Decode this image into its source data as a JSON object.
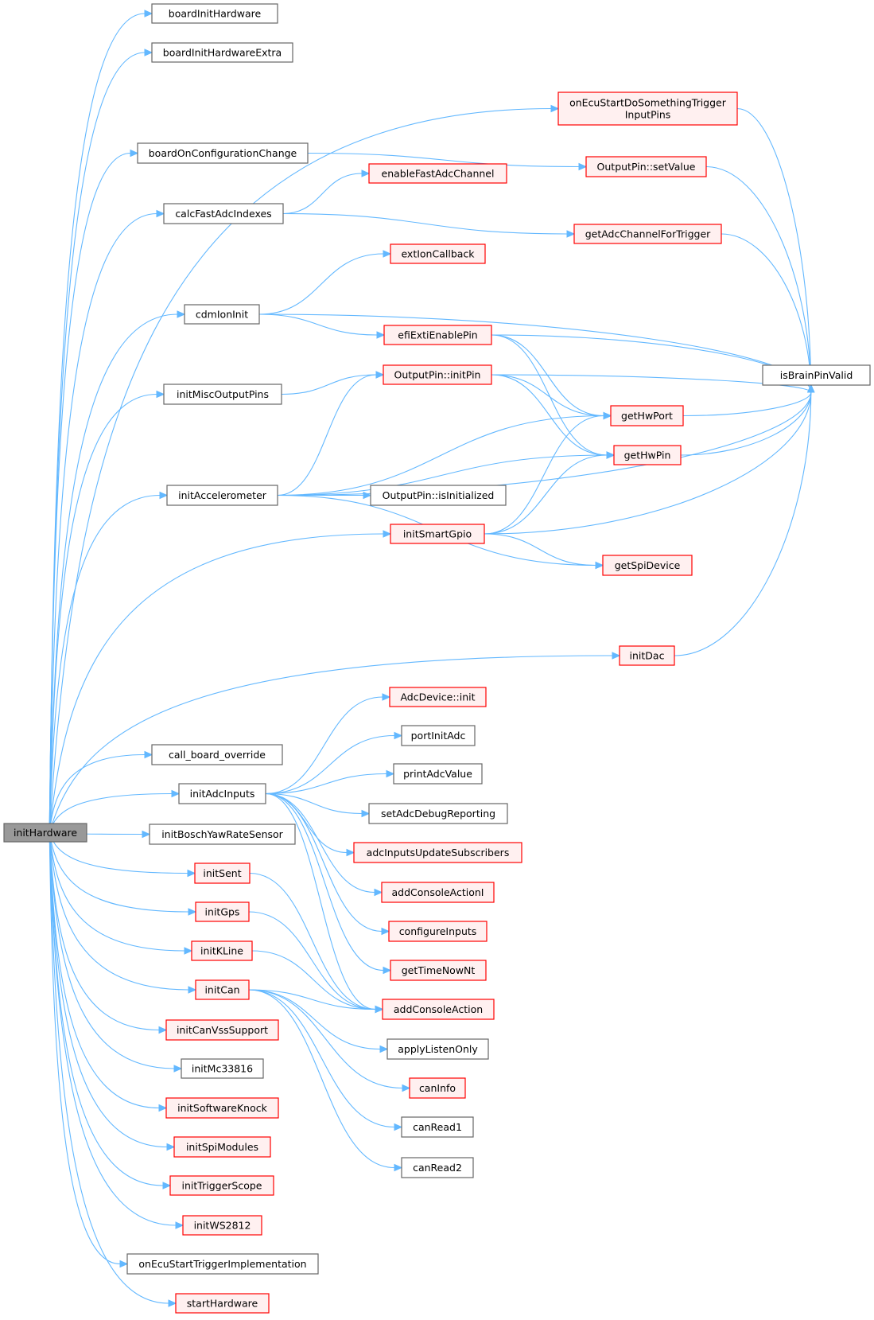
{
  "colors": {
    "edge": "#63b8ff",
    "root_fill": "#999999",
    "root_border": "#666666",
    "plain_fill": "#ffffff",
    "plain_border": "#666666",
    "red_fill": "#fff0f0",
    "red_border": "#ff0000"
  },
  "nodes": [
    {
      "id": "initHardware",
      "label": "initHardware",
      "style": "root"
    },
    {
      "id": "boardInitHardware",
      "label": "boardInitHardware",
      "style": "plain"
    },
    {
      "id": "boardInitHardwareExtra",
      "label": "boardInitHardwareExtra",
      "style": "plain"
    },
    {
      "id": "onEcuStartDoSomethingTriggerInputPins",
      "label": "onEcuStartDoSomethingTrigger\nInputPins",
      "style": "red"
    },
    {
      "id": "boardOnConfigurationChange",
      "label": "boardOnConfigurationChange",
      "style": "plain"
    },
    {
      "id": "OutputPin_setValue",
      "label": "OutputPin::setValue",
      "style": "red"
    },
    {
      "id": "enableFastAdcChannel",
      "label": "enableFastAdcChannel",
      "style": "red"
    },
    {
      "id": "calcFastAdcIndexes",
      "label": "calcFastAdcIndexes",
      "style": "plain"
    },
    {
      "id": "getAdcChannelForTrigger",
      "label": "getAdcChannelForTrigger",
      "style": "red"
    },
    {
      "id": "extIonCallback",
      "label": "extIonCallback",
      "style": "red"
    },
    {
      "id": "cdmIonInit",
      "label": "cdmIonInit",
      "style": "plain"
    },
    {
      "id": "efiExtiEnablePin",
      "label": "efiExtiEnablePin",
      "style": "red"
    },
    {
      "id": "isBrainPinValid",
      "label": "isBrainPinValid",
      "style": "plain"
    },
    {
      "id": "OutputPin_initPin",
      "label": "OutputPin::initPin",
      "style": "red"
    },
    {
      "id": "initMiscOutputPins",
      "label": "initMiscOutputPins",
      "style": "plain"
    },
    {
      "id": "getHwPort",
      "label": "getHwPort",
      "style": "red"
    },
    {
      "id": "getHwPin",
      "label": "getHwPin",
      "style": "red"
    },
    {
      "id": "initAccelerometer",
      "label": "initAccelerometer",
      "style": "plain"
    },
    {
      "id": "OutputPin_isInitialized",
      "label": "OutputPin::isInitialized",
      "style": "plain"
    },
    {
      "id": "initSmartGpio",
      "label": "initSmartGpio",
      "style": "red"
    },
    {
      "id": "getSpiDevice",
      "label": "getSpiDevice",
      "style": "red"
    },
    {
      "id": "initDac",
      "label": "initDac",
      "style": "red"
    },
    {
      "id": "AdcDevice_init",
      "label": "AdcDevice::init",
      "style": "red"
    },
    {
      "id": "portInitAdc",
      "label": "portInitAdc",
      "style": "plain"
    },
    {
      "id": "call_board_override",
      "label": "call_board_override",
      "style": "plain"
    },
    {
      "id": "printAdcValue",
      "label": "printAdcValue",
      "style": "plain"
    },
    {
      "id": "initAdcInputs",
      "label": "initAdcInputs",
      "style": "plain"
    },
    {
      "id": "setAdcDebugReporting",
      "label": "setAdcDebugReporting",
      "style": "plain"
    },
    {
      "id": "initBoschYawRateSensor",
      "label": "initBoschYawRateSensor",
      "style": "plain"
    },
    {
      "id": "adcInputsUpdateSubscribers",
      "label": "adcInputsUpdateSubscribers",
      "style": "red"
    },
    {
      "id": "initSent",
      "label": "initSent",
      "style": "red"
    },
    {
      "id": "addConsoleActionI",
      "label": "addConsoleActionI",
      "style": "red"
    },
    {
      "id": "initGps",
      "label": "initGps",
      "style": "red"
    },
    {
      "id": "configureInputs",
      "label": "configureInputs",
      "style": "red"
    },
    {
      "id": "initKLine",
      "label": "initKLine",
      "style": "red"
    },
    {
      "id": "getTimeNowNt",
      "label": "getTimeNowNt",
      "style": "red"
    },
    {
      "id": "initCan",
      "label": "initCan",
      "style": "red"
    },
    {
      "id": "addConsoleAction",
      "label": "addConsoleAction",
      "style": "red"
    },
    {
      "id": "initCanVssSupport",
      "label": "initCanVssSupport",
      "style": "red"
    },
    {
      "id": "applyListenOnly",
      "label": "applyListenOnly",
      "style": "plain"
    },
    {
      "id": "initMc33816",
      "label": "initMc33816",
      "style": "plain"
    },
    {
      "id": "canInfo",
      "label": "canInfo",
      "style": "red"
    },
    {
      "id": "initSoftwareKnock",
      "label": "initSoftwareKnock",
      "style": "red"
    },
    {
      "id": "canRead1",
      "label": "canRead1",
      "style": "plain"
    },
    {
      "id": "initSpiModules",
      "label": "initSpiModules",
      "style": "red"
    },
    {
      "id": "canRead2",
      "label": "canRead2",
      "style": "plain"
    },
    {
      "id": "initTriggerScope",
      "label": "initTriggerScope",
      "style": "red"
    },
    {
      "id": "initWS2812",
      "label": "initWS2812",
      "style": "red"
    },
    {
      "id": "onEcuStartTriggerImplementation",
      "label": "onEcuStartTriggerImplementation",
      "style": "plain"
    },
    {
      "id": "startHardware",
      "label": "startHardware",
      "style": "red"
    }
  ],
  "edges": [
    [
      "initHardware",
      "boardInitHardware"
    ],
    [
      "initHardware",
      "boardInitHardwareExtra"
    ],
    [
      "initHardware",
      "onEcuStartDoSomethingTriggerInputPins"
    ],
    [
      "initHardware",
      "boardOnConfigurationChange"
    ],
    [
      "initHardware",
      "calcFastAdcIndexes"
    ],
    [
      "initHardware",
      "cdmIonInit"
    ],
    [
      "initHardware",
      "initMiscOutputPins"
    ],
    [
      "initHardware",
      "initAccelerometer"
    ],
    [
      "initHardware",
      "initSmartGpio"
    ],
    [
      "initHardware",
      "initDac"
    ],
    [
      "initHardware",
      "call_board_override"
    ],
    [
      "initHardware",
      "initAdcInputs"
    ],
    [
      "initHardware",
      "initBoschYawRateSensor"
    ],
    [
      "initHardware",
      "initSent"
    ],
    [
      "initHardware",
      "initGps"
    ],
    [
      "initHardware",
      "initKLine"
    ],
    [
      "initHardware",
      "initCan"
    ],
    [
      "initHardware",
      "initCanVssSupport"
    ],
    [
      "initHardware",
      "initMc33816"
    ],
    [
      "initHardware",
      "initSoftwareKnock"
    ],
    [
      "initHardware",
      "initSpiModules"
    ],
    [
      "initHardware",
      "initTriggerScope"
    ],
    [
      "initHardware",
      "initWS2812"
    ],
    [
      "initHardware",
      "onEcuStartTriggerImplementation"
    ],
    [
      "initHardware",
      "startHardware"
    ],
    [
      "onEcuStartDoSomethingTriggerInputPins",
      "isBrainPinValid"
    ],
    [
      "boardOnConfigurationChange",
      "OutputPin_setValue"
    ],
    [
      "OutputPin_setValue",
      "isBrainPinValid"
    ],
    [
      "calcFastAdcIndexes",
      "enableFastAdcChannel"
    ],
    [
      "calcFastAdcIndexes",
      "getAdcChannelForTrigger"
    ],
    [
      "getAdcChannelForTrigger",
      "isBrainPinValid"
    ],
    [
      "cdmIonInit",
      "extIonCallback"
    ],
    [
      "cdmIonInit",
      "isBrainPinValid"
    ],
    [
      "cdmIonInit",
      "efiExtiEnablePin"
    ],
    [
      "efiExtiEnablePin",
      "isBrainPinValid"
    ],
    [
      "efiExtiEnablePin",
      "getHwPort"
    ],
    [
      "efiExtiEnablePin",
      "getHwPin"
    ],
    [
      "OutputPin_initPin",
      "isBrainPinValid"
    ],
    [
      "OutputPin_initPin",
      "getHwPort"
    ],
    [
      "OutputPin_initPin",
      "getHwPin"
    ],
    [
      "initMiscOutputPins",
      "OutputPin_initPin"
    ],
    [
      "getHwPort",
      "isBrainPinValid"
    ],
    [
      "getHwPin",
      "isBrainPinValid"
    ],
    [
      "initAccelerometer",
      "OutputPin_initPin"
    ],
    [
      "initAccelerometer",
      "getHwPort"
    ],
    [
      "initAccelerometer",
      "getHwPin"
    ],
    [
      "initAccelerometer",
      "OutputPin_isInitialized"
    ],
    [
      "initAccelerometer",
      "getSpiDevice"
    ],
    [
      "initAccelerometer",
      "isBrainPinValid"
    ],
    [
      "initSmartGpio",
      "getHwPort"
    ],
    [
      "initSmartGpio",
      "getHwPin"
    ],
    [
      "initSmartGpio",
      "isBrainPinValid"
    ],
    [
      "initSmartGpio",
      "getSpiDevice"
    ],
    [
      "initDac",
      "isBrainPinValid"
    ],
    [
      "initAdcInputs",
      "AdcDevice_init"
    ],
    [
      "initAdcInputs",
      "portInitAdc"
    ],
    [
      "initAdcInputs",
      "printAdcValue"
    ],
    [
      "initAdcInputs",
      "setAdcDebugReporting"
    ],
    [
      "initAdcInputs",
      "adcInputsUpdateSubscribers"
    ],
    [
      "initAdcInputs",
      "addConsoleActionI"
    ],
    [
      "initAdcInputs",
      "configureInputs"
    ],
    [
      "initAdcInputs",
      "getTimeNowNt"
    ],
    [
      "initAdcInputs",
      "addConsoleAction"
    ],
    [
      "initSent",
      "addConsoleAction"
    ],
    [
      "initGps",
      "addConsoleAction"
    ],
    [
      "initKLine",
      "addConsoleAction"
    ],
    [
      "initCan",
      "addConsoleAction"
    ],
    [
      "initCan",
      "applyListenOnly"
    ],
    [
      "initCan",
      "canInfo"
    ],
    [
      "initCan",
      "canRead1"
    ],
    [
      "initCan",
      "canRead2"
    ]
  ]
}
